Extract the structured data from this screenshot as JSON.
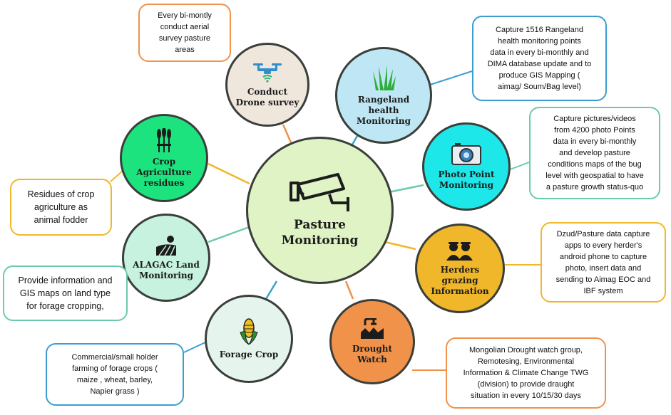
{
  "center": {
    "title": "Pasture\nMonitoring",
    "icon": "cctv-camera-icon"
  },
  "nodes": {
    "drone": {
      "label": "Conduct\nDrone survey",
      "icon": "drone-icon",
      "color": "#efe6dc"
    },
    "rangeland": {
      "label": "Rangeland\nhealth\nMonitoring",
      "icon": "grass-icon",
      "color": "#bfe6f4"
    },
    "photo": {
      "label": "Photo Point\nMonitoring",
      "icon": "camera-icon",
      "color": "#1ee7ea"
    },
    "herders": {
      "label": "Herders\ngrazing\nInformation",
      "icon": "herders-icon",
      "color": "#f0b72a"
    },
    "drought": {
      "label": "Drought\nWatch",
      "icon": "drought-tap-icon",
      "color": "#f0924a"
    },
    "forage": {
      "label": "Forage Crop",
      "icon": "corn-icon",
      "color": "#e6f4ee"
    },
    "alagac": {
      "label": "ALAGAC Land\nMonitoring",
      "icon": "land-icon",
      "color": "#c6f2df"
    },
    "crop": {
      "label": "Crop\nAgriculture\nresidues",
      "icon": "wheat-icon",
      "color": "#1de37e"
    }
  },
  "boxes": {
    "drone": {
      "text": "Every bi-montly\nconduct aerial\nsurvey pasture\nareas",
      "color": "#f0924a"
    },
    "rangeland": {
      "text": "Capture 1516 Rangeland\nhealth monitoring points\ndata in every bi-monthly and\nDIMA database update and to\nproduce GIS Mapping (\naimag/ Soum/Bag level)",
      "color": "#3a9fd0"
    },
    "photo": {
      "text": "Capture pictures/videos\nfrom 4200 photo Points\ndata in every bi-monthly\nand develop pasture\nconditions maps of the bug\nlevel with geospatial to have\na pasture growth status-quo",
      "color": "#6cc9b0"
    },
    "herders": {
      "text": "Dzud/Pasture data capture\napps to every herder's\nandroid phone to capture\nphoto, insert data and\nsending to Aimag EOC and\nIBF system",
      "color": "#f0b72a"
    },
    "drought": {
      "text": "Mongolian Drought watch group,\nRemotesing,  Environmental\nInformation & Climate Change TWG\n(division) to provide draught\nsituation in every 10/15/30 days",
      "color": "#f0924a"
    },
    "forage": {
      "text": "Commercial/small holder\nfarming of forage crops (\nmaize , wheat, barley,\nNapier grass )",
      "color": "#3a9fd0"
    },
    "alagac": {
      "text": "Provide information and\nGIS maps on land type\nfor forage cropping,",
      "color": "#6cc9b0"
    },
    "crop": {
      "text": "Residues of crop\nagriculture as\nanimal fodder",
      "color": "#f0b72a"
    }
  },
  "center_color": "#dff3c4",
  "line_colors": {
    "drone": "#f0924a",
    "rangeland": "#3a9fd0",
    "photo": "#6cc9b0",
    "herders": "#f0b72a",
    "drought": "#f0924a",
    "forage": "#3a9fd0",
    "alagac": "#6cc9b0",
    "crop": "#f0b72a"
  }
}
